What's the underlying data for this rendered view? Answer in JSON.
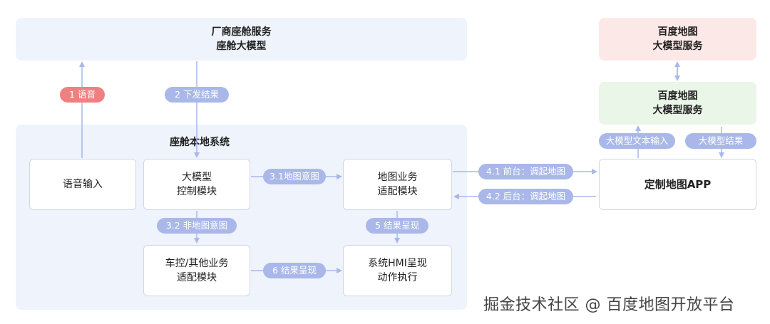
{
  "top_service": {
    "line1": "厂商座舱服务",
    "line2": "座舱大模型"
  },
  "baidu_top": {
    "line1": "百度地图",
    "line2": "大模型服务"
  },
  "baidu_mid": {
    "line1": "百度地图",
    "line2": "大模型服务"
  },
  "local_system": {
    "title": "座舱本地系统"
  },
  "boxes": {
    "voice_input": "语音输入",
    "llm_control": {
      "line1": "大模型",
      "line2": "控制模块"
    },
    "map_business": {
      "line1": "地图业务",
      "line2": "适配模块"
    },
    "vehicle_control": {
      "line1": "车控/其他业务",
      "line2": "适配模块"
    },
    "hmi": {
      "line1": "系统HMI呈现",
      "line2": "动作执行"
    },
    "custom_map_app": "定制地图APP"
  },
  "pills": {
    "voice": "1 语音",
    "deliver": "2 下发结果",
    "map_intent": "3.1地图意图",
    "non_map_intent": "3.2 非地图意图",
    "result_5": "5 结果呈现",
    "result_6": "6 结果呈现",
    "foreground": "4.1 前台：调起地图",
    "background": "4.2 后台：调起地图",
    "llm_text_input": "大模型文本输入",
    "llm_result": "大模型结果"
  },
  "watermark": "掘金技术社区 @ 百度地图开放平台",
  "colors": {
    "panel_blue": "#eef3fc",
    "panel_red": "#fde8e8",
    "panel_green": "#eaf6e8",
    "arrow": "#a9b8e8",
    "pill_red": "#f08080"
  }
}
